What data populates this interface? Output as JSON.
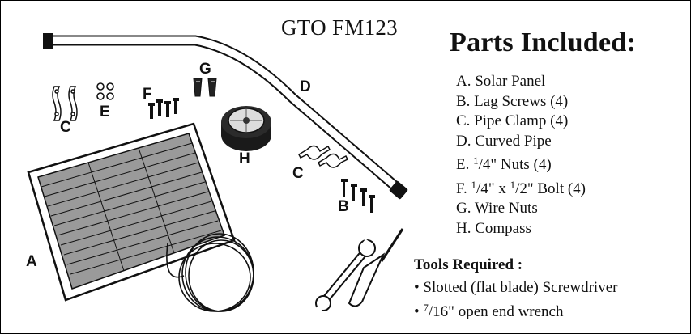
{
  "model": "GTO FM123",
  "parts": {
    "title": "Parts Included:",
    "items": [
      "A. Solar Panel",
      "B. Lag Screws (4)",
      "C. Pipe Clamp (4)",
      "D. Curved Pipe",
      "E. 1/4\" Nuts (4)",
      "F. 1/4\" x 1/2\" Bolt (4)",
      "G. Wire Nuts",
      "H. Compass"
    ],
    "item_e": {
      "prefix": "E. ",
      "frac": "1",
      "slash_den": "/4\"",
      "suffix": " Nuts (4)"
    },
    "item_f": {
      "prefix": "F. ",
      "frac1": "1",
      "slash1": "/4\" x ",
      "frac2": "1",
      "slash2": "/2\" Bolt (4)"
    }
  },
  "tools": {
    "title": "Tools Required :",
    "items": [
      "• Slotted (flat blade) Screwdriver",
      "• 7/16\" open end wrench"
    ],
    "item_2": {
      "prefix": "• ",
      "frac": "7",
      "slash_den": "/16\"",
      "suffix": " open end wrench"
    }
  },
  "labels": {
    "A": "A",
    "B": "B",
    "C1": "C",
    "C2": "C",
    "D": "D",
    "E": "E",
    "F": "F",
    "G": "G",
    "H": "H"
  }
}
